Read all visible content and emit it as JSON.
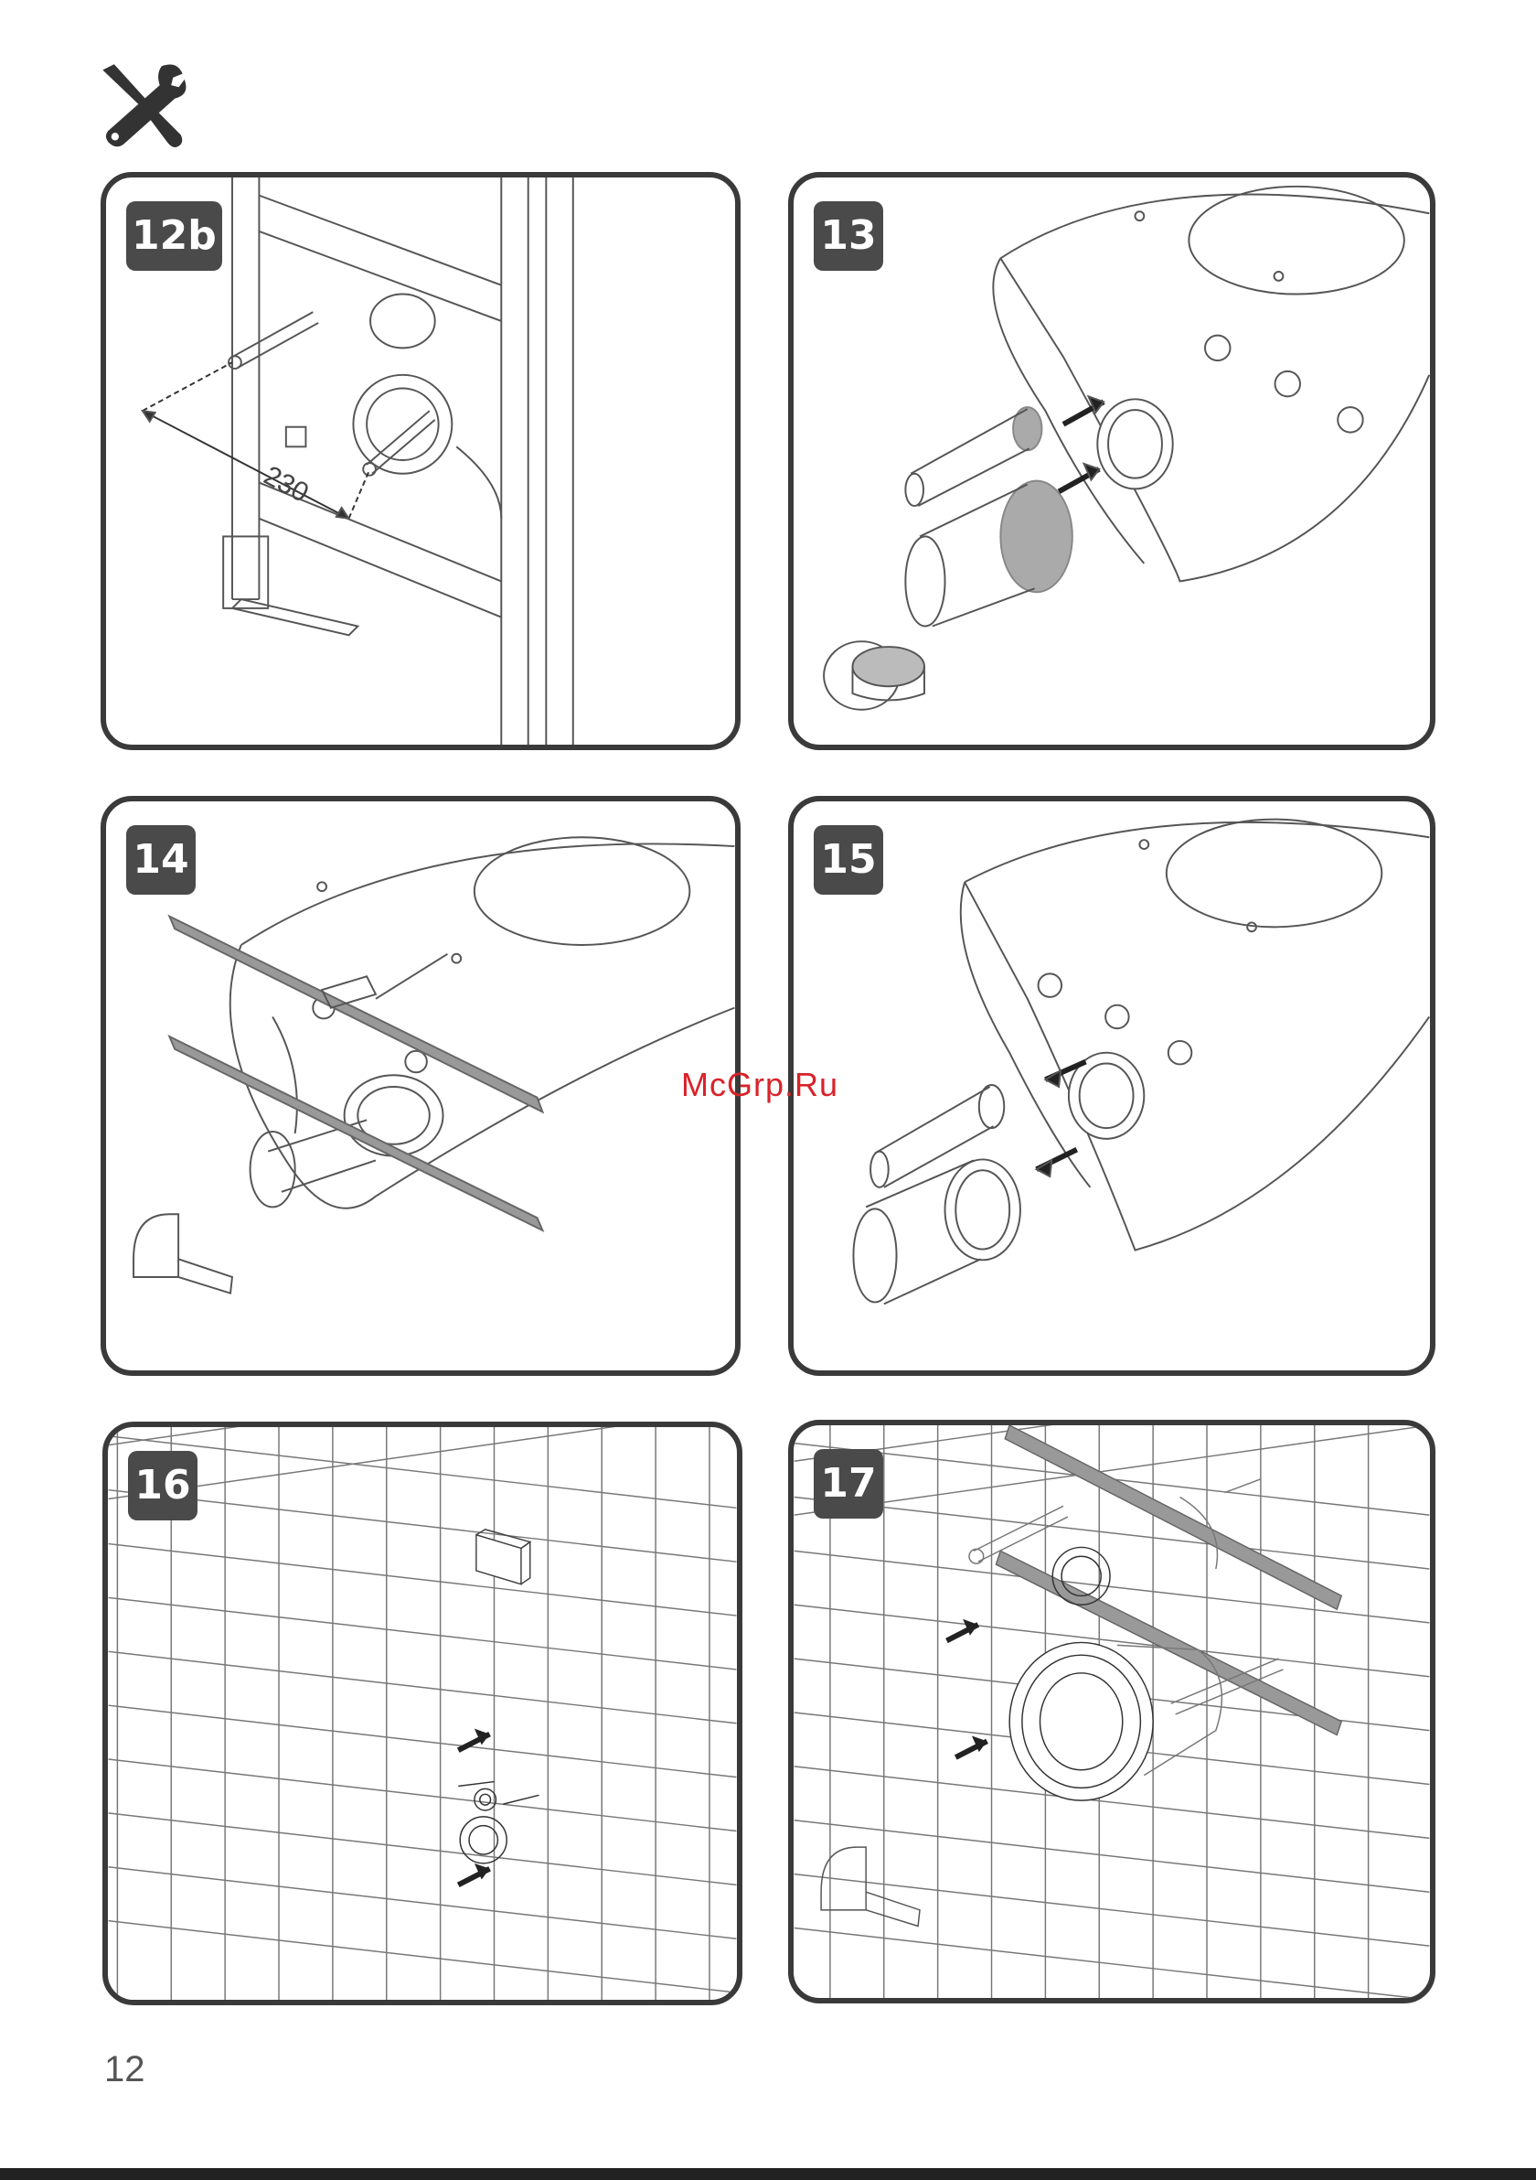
{
  "header": {
    "icon": "tools-icon"
  },
  "panels": [
    {
      "step": "12b",
      "dimension_label": "230"
    },
    {
      "step": "13"
    },
    {
      "step": "14"
    },
    {
      "step": "15"
    },
    {
      "step": "16"
    },
    {
      "step": "17"
    }
  ],
  "watermark": "McGrp.Ru",
  "footer": {
    "page_number": "12"
  },
  "colors": {
    "frame": "#3a3a3a",
    "badge": "#4a4a4a",
    "highlight": "#a9a9a9",
    "watermark": "#d8232a"
  }
}
